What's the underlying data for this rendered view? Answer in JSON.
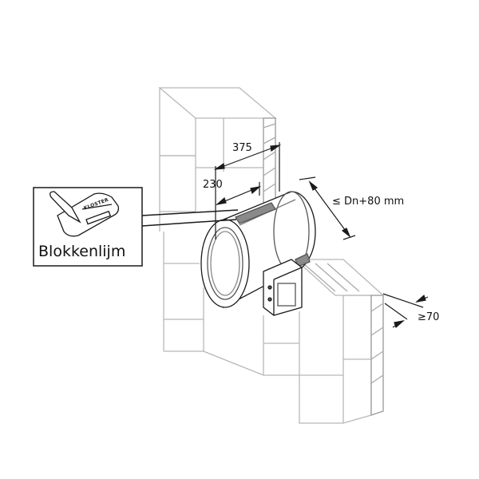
{
  "dimensions": {
    "depth_total": "375",
    "depth_adhesive": "230",
    "opening_size": "≤ Dn+80 mm",
    "min_wall_distance": "≥70"
  },
  "inset": {
    "label": "Blokkenlijm",
    "bag_brand": "KLOSTER"
  },
  "colors": {
    "wall_line": "#b8b8b8",
    "ink": "#1a1a1a",
    "adhesive": "#8a8a8a"
  }
}
